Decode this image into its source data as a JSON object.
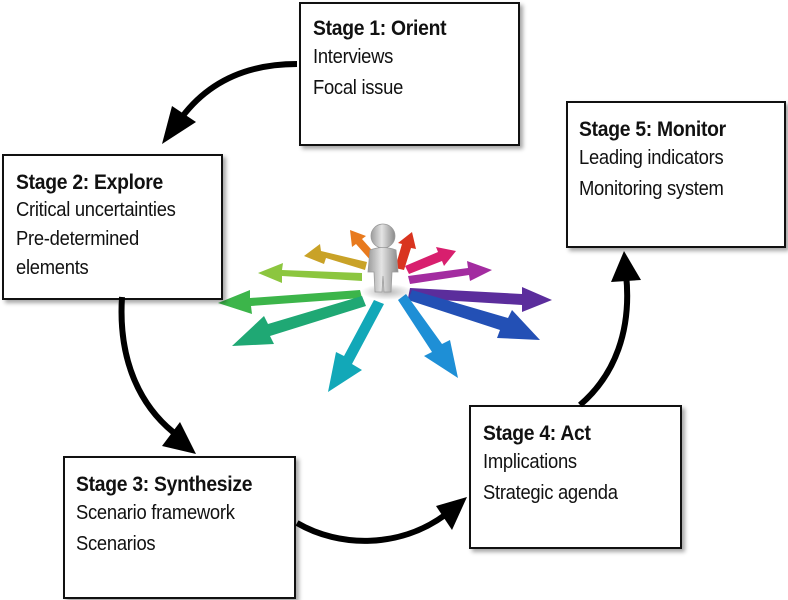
{
  "stages": [
    {
      "title": "Stage 1: Orient",
      "items": [
        "Interviews",
        "Focal issue"
      ]
    },
    {
      "title": "Stage 2: Explore",
      "items": [
        "Critical uncertainties",
        "Pre-determined",
        "elements"
      ]
    },
    {
      "title": "Stage 3: Synthesize",
      "items": [
        "Scenario framework",
        "Scenarios"
      ]
    },
    {
      "title": "Stage 4: Act",
      "items": [
        "Implications",
        "Strategic agenda"
      ]
    },
    {
      "title": "Stage 5: Monitor",
      "items": [
        "Leading indicators",
        "Monitoring system"
      ]
    }
  ],
  "colors": {
    "box_border": "#111111",
    "cycle_arrow": "#000000",
    "figure": "#c8c8c8",
    "direction_arrows": [
      "#e87a1e",
      "#c9a227",
      "#8cc63f",
      "#3cb54a",
      "#1fa874",
      "#12a8b8",
      "#1e8fd6",
      "#2350b5",
      "#5b2d9c",
      "#a32ca0",
      "#d81f6e",
      "#d9341f"
    ]
  },
  "icons": {
    "center": "person-with-direction-arrows-icon"
  }
}
